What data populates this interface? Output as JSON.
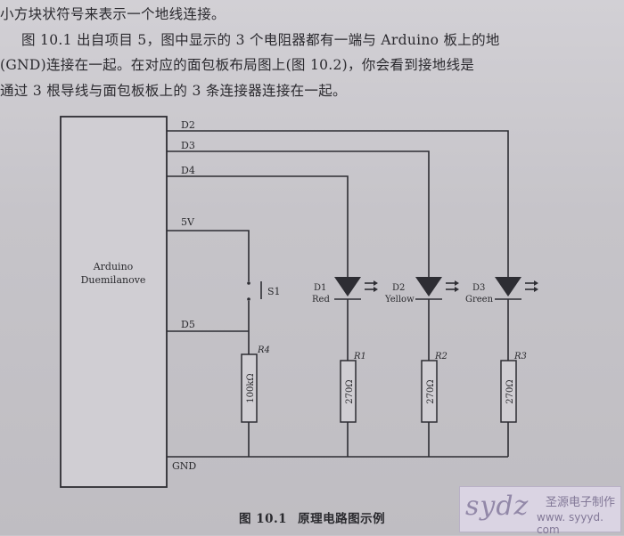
{
  "text": {
    "line1": "小方块状符号来表示一个地线连接。",
    "line2": "图 10.1 出自项目 5，图中显示的 3 个电阻器都有一端与 Arduino 板上的地",
    "line3": "(GND)连接在一起。在对应的面包板布局图上(图 10.2)，你会看到接地线是",
    "line4": "通过 3 根导线与面包板板上的 3 条连接器连接在一起。"
  },
  "schematic": {
    "board_name_line1": "Arduino",
    "board_name_line2": "Duemilanove",
    "pins": {
      "d2": "D2",
      "d3": "D3",
      "d4": "D4",
      "v5": "5V",
      "d5": "D5",
      "gnd": "GND"
    },
    "switch_label": "S1",
    "resistors": [
      {
        "id": "R4",
        "value": "100kΩ"
      },
      {
        "id": "R1",
        "value": "270Ω"
      },
      {
        "id": "R2",
        "value": "270Ω"
      },
      {
        "id": "R3",
        "value": "270Ω"
      }
    ],
    "leds": [
      {
        "id": "D1",
        "color": "Red"
      },
      {
        "id": "D2",
        "color": "Yellow"
      },
      {
        "id": "D3",
        "color": "Green"
      }
    ]
  },
  "caption": {
    "number": "图 10.1",
    "title": "原理电路图示例"
  },
  "watermark": {
    "logo": "sydz",
    "name": "圣源电子制作",
    "url": "www. syyyd. com"
  }
}
